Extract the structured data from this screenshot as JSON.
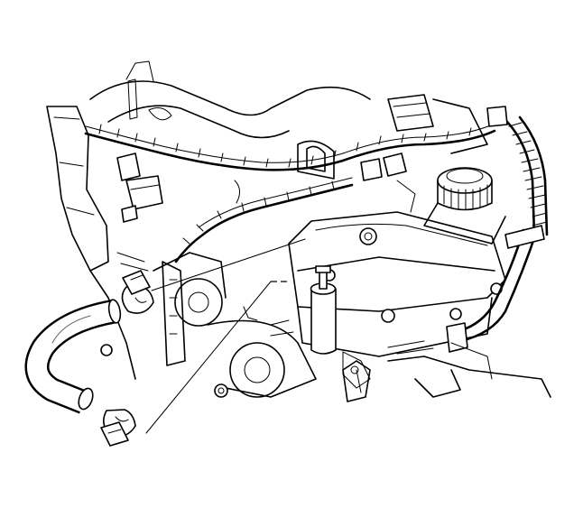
{
  "figure": {
    "parts": [
      {
        "id": "upper-clamp",
        "icon": "hose-clamp-icon"
      },
      {
        "id": "lower-clamp",
        "icon": "hose-clamp-icon"
      },
      {
        "id": "heater-hose",
        "icon": "hose-icon"
      },
      {
        "id": "engine-assembly",
        "icon": "engine-icon"
      }
    ],
    "colors": {
      "line": "#000000",
      "background": "#ffffff"
    }
  }
}
